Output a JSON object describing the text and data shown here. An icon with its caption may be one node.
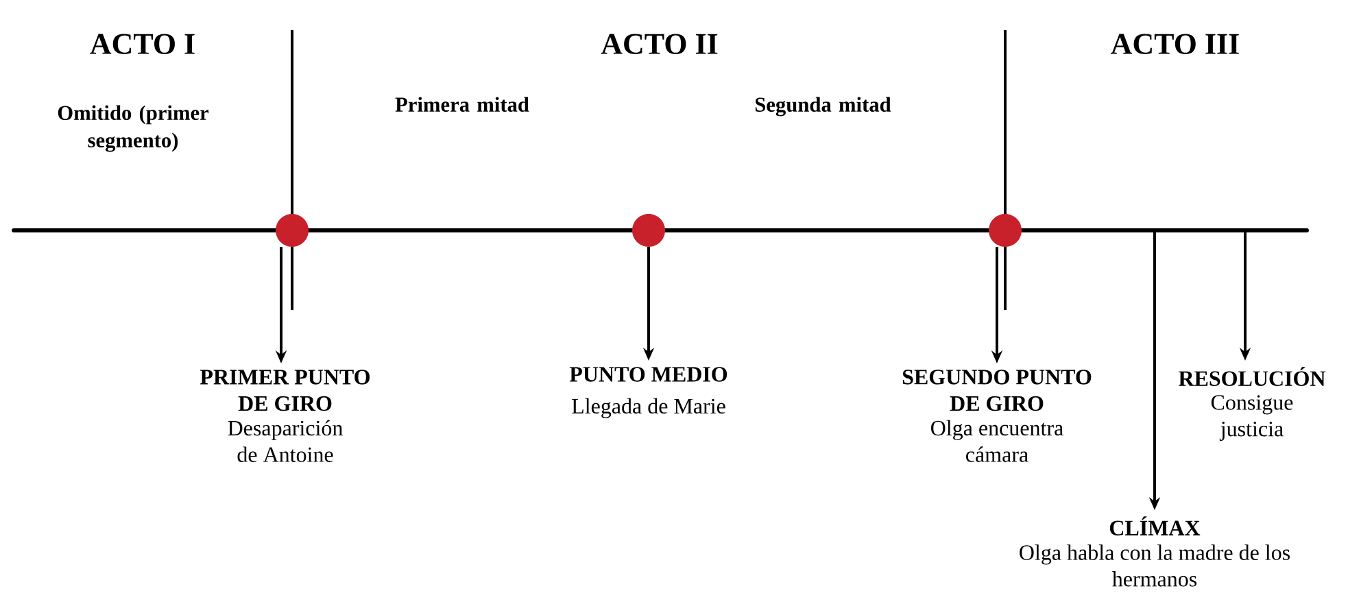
{
  "diagram": {
    "nodes": [
      {
        "text": [],
        "shape": "circle"
      },
      {
        "text": [],
        "shape": "circle"
      },
      {
        "text": [],
        "shape": "circle"
      },
      {
        "text": [
          "PRIMER PUNTO DE GIRO",
          "Desaparición de Antoine"
        ]
      },
      {
        "text": [
          "PUNTO MEDIO",
          "Llegada de Marie"
        ]
      },
      {
        "text": [
          "SEGUNDO PUNTO DE GIRO",
          "Olga encuentra cámara"
        ]
      },
      {
        "text": [
          "RESOLUCIÓN",
          "Consigue justicia"
        ]
      },
      {
        "text": [
          "CLÍMAX",
          "Olga habla con la madre de los hermanos"
        ]
      }
    ],
    "edges": [
      {
        "from": 0,
        "to": 3,
        "arrow": "to"
      },
      {
        "from": 1,
        "to": 4,
        "arrow": "to"
      },
      {
        "from": 2,
        "to": 5,
        "arrow": "to"
      },
      {
        "from": null,
        "to": 6,
        "arrow": "to"
      },
      {
        "from": null,
        "to": 7,
        "arrow": "to"
      }
    ],
    "labels": [
      "ACTO I",
      "ACTO II",
      "ACTO III",
      "Omitido (primer segmento)",
      "Primera mitad",
      "Segunda mitad"
    ]
  }
}
